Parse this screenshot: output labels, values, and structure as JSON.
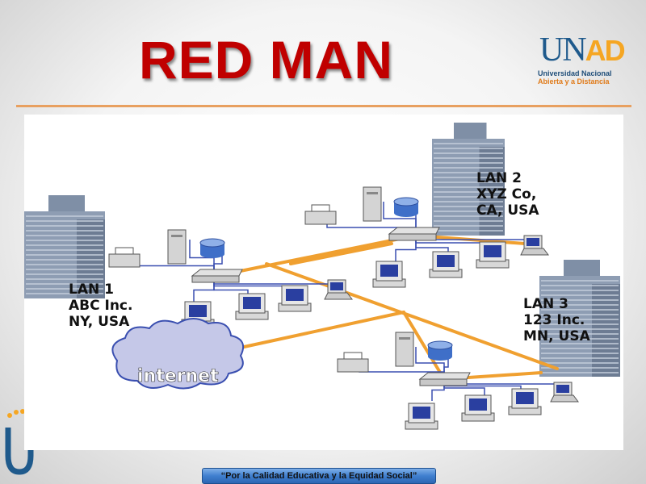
{
  "slide": {
    "title": "RED MAN",
    "logo": {
      "letters_main": "UN",
      "letters_accent": "AD",
      "line1": "Universidad Nacional",
      "line2": "Abierta y a Distancia"
    },
    "footer": "“Por la Calidad Educativa y la Equidad Social”"
  },
  "diagram": {
    "lans": [
      {
        "lines": [
          "LAN 1",
          "ABC Inc.",
          "NY, USA"
        ]
      },
      {
        "lines": [
          "LAN 2",
          "XYZ Co,",
          "CA, USA"
        ]
      },
      {
        "lines": [
          "LAN 3",
          "123 Inc.",
          "MN, USA"
        ]
      }
    ],
    "cloud_label": "internet",
    "colors": {
      "backbone": "#f0a030",
      "cable": "#3a4fb0",
      "title": "#c00000"
    }
  }
}
